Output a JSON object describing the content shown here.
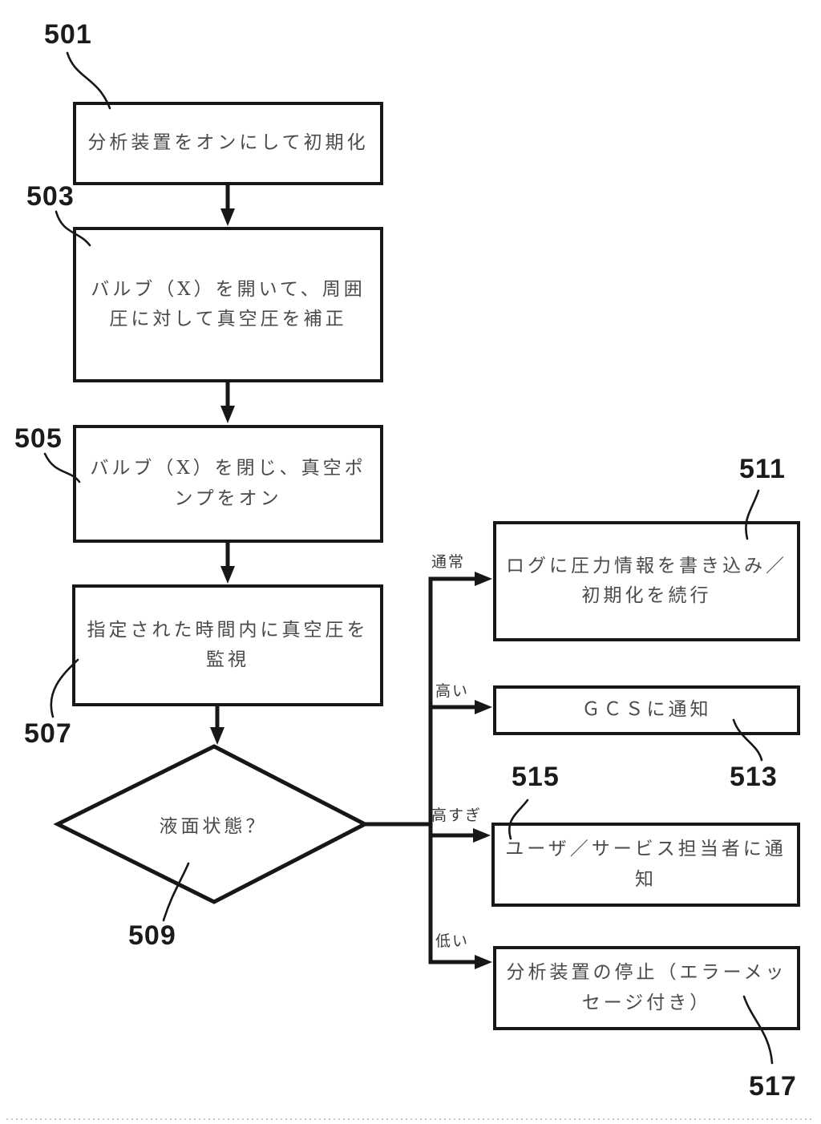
{
  "figure": {
    "type": "flowchart",
    "background": "#ffffff",
    "line_color": "#171717",
    "box_text_color": "#4a4a4a",
    "ref_label_color": "#1b1b1b",
    "branch_label_color": "#3b3b3b",
    "dotted_line_color": "#c6c6c6",
    "nodes": {
      "501": {
        "ref": "501",
        "shape": "process",
        "text": "分析装置をオンにして初期化"
      },
      "503": {
        "ref": "503",
        "shape": "process",
        "text": "バルブ（X）を開いて、周囲圧に対して真空圧を補正"
      },
      "505": {
        "ref": "505",
        "shape": "process",
        "text": "バルブ（X）を閉じ、真空ポンプをオン"
      },
      "507": {
        "ref": "507",
        "shape": "process",
        "text": "指定された時間内に真空圧を監視"
      },
      "509": {
        "ref": "509",
        "shape": "decision",
        "text": "液面状態？"
      },
      "511": {
        "ref": "511",
        "shape": "process",
        "text": "ログに圧力情報を書き込み／初期化を続行",
        "branch": "通常"
      },
      "513": {
        "ref": "513",
        "shape": "process",
        "text": "ＧＣＳに通知",
        "branch": "高い"
      },
      "515": {
        "ref": "515",
        "shape": "process",
        "text": "ユーザ／サービス担当者に通知",
        "branch": "高すぎ"
      },
      "517": {
        "ref": "517",
        "shape": "process",
        "text": "分析装置の停止（エラーメッセージ付き）",
        "branch": "低い"
      }
    }
  }
}
